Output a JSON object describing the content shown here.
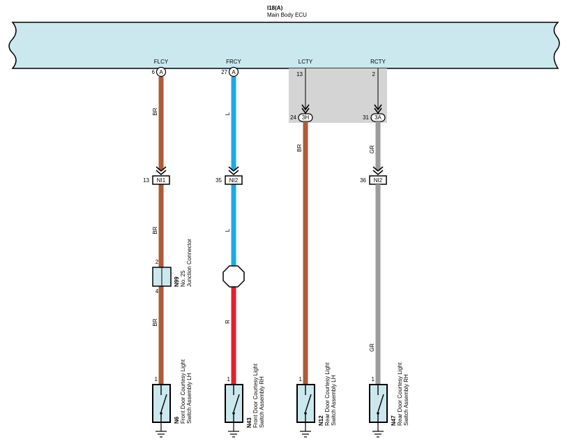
{
  "ecu": {
    "id": "I18(A)",
    "name": "Main Body ECU",
    "color": "#cbe8ef"
  },
  "junction_box": {
    "color": "#d4d4d4"
  },
  "wire_colors": {
    "BR": "#b05a36",
    "L": "#1aaae6",
    "R": "#e4202a",
    "GR": "#9a9b9d"
  },
  "circuits": [
    {
      "signal": "FLCY",
      "ecu_pin": "6",
      "ecu_connector": "A",
      "wire_top": "BR",
      "joint_pin": "13",
      "joint_connector": "NI1",
      "wire_mid": "BR",
      "junction": {
        "type": "junction-connector",
        "pin_in": "2",
        "pin_out": "4",
        "id": "N99",
        "name_line1": "No. 25",
        "name_line2": "Junction Connector"
      },
      "wire_bottom": "BR",
      "switch_pin": "1",
      "switch_id": "N6",
      "switch_name_line1": "Front Door Courtesy Light",
      "switch_name_line2": "Switch Assembly LH"
    },
    {
      "signal": "FRCY",
      "ecu_pin": "27",
      "ecu_connector": "A",
      "wire_top": "L",
      "joint_pin": "35",
      "joint_connector": "NI2",
      "wire_mid": "L",
      "junction": {
        "type": "splice"
      },
      "wire_bottom": "R",
      "switch_pin": "1",
      "switch_id": "N43",
      "switch_name_line1": "Front Door Courtesy Light",
      "switch_name_line2": "Switch Assembly RH"
    },
    {
      "signal": "LCTY",
      "ecu_pin": "13",
      "jb_pin": "24",
      "jb_connector": "3H",
      "wire_top": "BR",
      "switch_pin": "1",
      "switch_id": "N12",
      "switch_name_line1": "Rear Door Courtesy Light",
      "switch_name_line2": "Switch Assembly LH"
    },
    {
      "signal": "RCTY",
      "ecu_pin": "2",
      "jb_pin": "31",
      "jb_connector": "3A",
      "wire_top": "GR",
      "joint_pin": "36",
      "joint_connector": "NI2",
      "wire_mid": "GR",
      "wire_bottom": "GR",
      "switch_pin": "1",
      "switch_id": "N47",
      "switch_name_line1": "Rear Door Courtesy Light",
      "switch_name_line2": "Switch Assembly RH"
    }
  ]
}
